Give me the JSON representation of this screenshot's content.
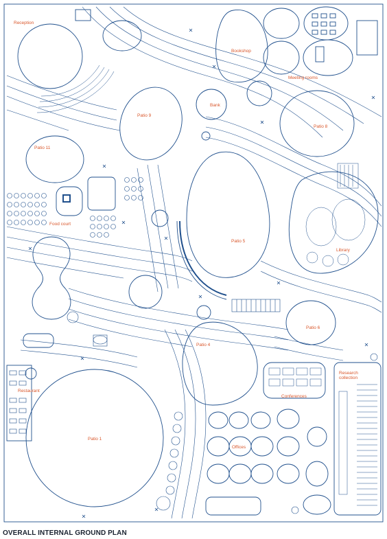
{
  "colors": {
    "line": "#1f4f8c",
    "label": "#d9572b",
    "caption": "#1a2230",
    "background": "#ffffff"
  },
  "labels": {
    "reception": "Reception",
    "bookshop": "Bookshop",
    "meeting_rooms": "Meeting rooms",
    "bank": "Bank",
    "patio_9": "Patio 9",
    "patio_8": "Patio 8",
    "patio_11": "Patio 11",
    "food_court": "Food court",
    "patio_5": "Patio 5",
    "library": "Library",
    "patio_6": "Patio 6",
    "patio_4": "Patio 4",
    "research_collection_1": "Research",
    "research_collection_2": "collection",
    "restaurant": "Restaurant",
    "conferences": "Conferences",
    "patio_1": "Patio 1",
    "offices": "Offices"
  },
  "caption": "OVERALL INTERNAL GROUND PLAN"
}
